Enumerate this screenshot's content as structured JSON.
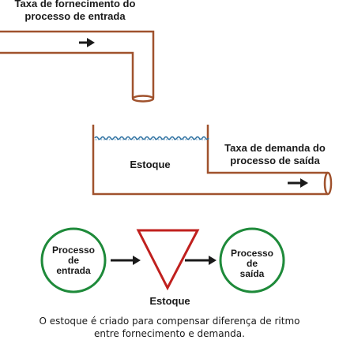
{
  "supply_label": {
    "line1": "Taxa de fornecimento do",
    "line2": "processo de entrada"
  },
  "demand_label": {
    "line1": "Taxa de demanda do",
    "line2": "processo de saída"
  },
  "tank_label": "Estoque",
  "input_process": {
    "line1": "Processo",
    "line2": "de",
    "line3": "entrada"
  },
  "inventory_label": "Estoque",
  "output_process": {
    "line1": "Processo",
    "line2": "de",
    "line3": "saída"
  },
  "caption": {
    "line1": "O estoque é criado para compensar diferença de ritmo",
    "line2": "entre fornecimento e demanda."
  },
  "colors": {
    "pipe": "#a0522d",
    "water": "#2b6fa0",
    "circle": "#1e8a3a",
    "triangle": "#c0201e",
    "arrow": "#1a1a1a"
  }
}
